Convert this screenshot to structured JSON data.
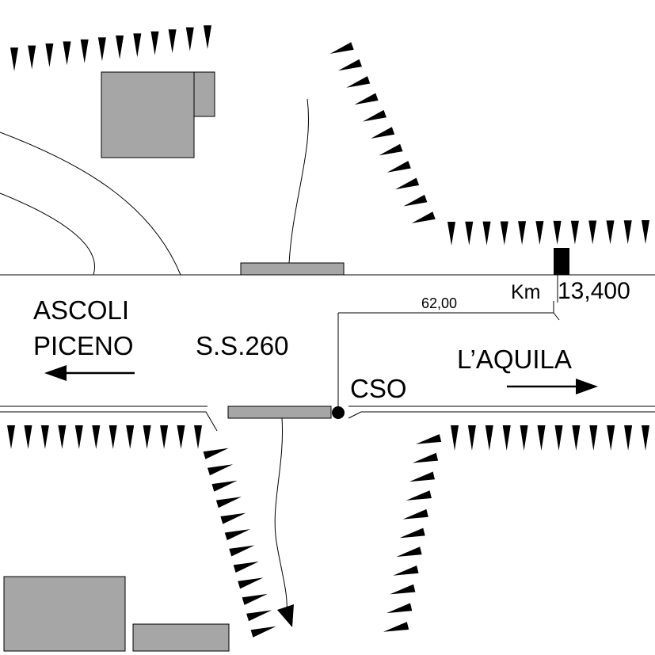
{
  "labels": {
    "direction_left_line1": "ASCOLI",
    "direction_left_line2": "PICENO",
    "road_name": "S.S.260",
    "direction_right": "L’AQUILA",
    "point_label": "CSO",
    "distance": "62,00",
    "km_prefix": "Km",
    "km_value": "13,400"
  },
  "colors": {
    "building": "#a6a6a6",
    "line": "#000000",
    "background": "#ffffff"
  },
  "icons": {
    "embankment": "triangle-tick-marks",
    "km_marker": "black-rectangle",
    "point": "filled-circle",
    "flow_arrow": "arrowhead"
  }
}
